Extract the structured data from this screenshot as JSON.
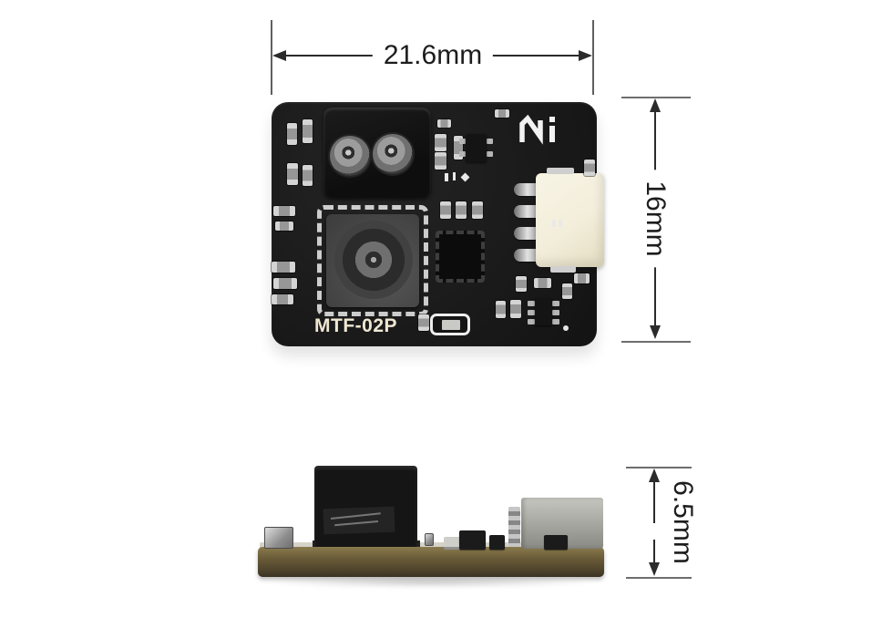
{
  "annotations": {
    "width_label": "21.6mm",
    "height_label": "16mm",
    "thickness_label": "6.5mm"
  },
  "board": {
    "model_label": "MTF-02P",
    "brand_logo_text": "Ni"
  },
  "colors": {
    "background": "#ffffff",
    "pcb_top": "#1b1b1b",
    "pcb_edge_side": "#6a5c38",
    "connector_cream": "#f3eedb",
    "silkscreen_text": "#efe7d2",
    "dimension_line": "#2b2b2b"
  }
}
